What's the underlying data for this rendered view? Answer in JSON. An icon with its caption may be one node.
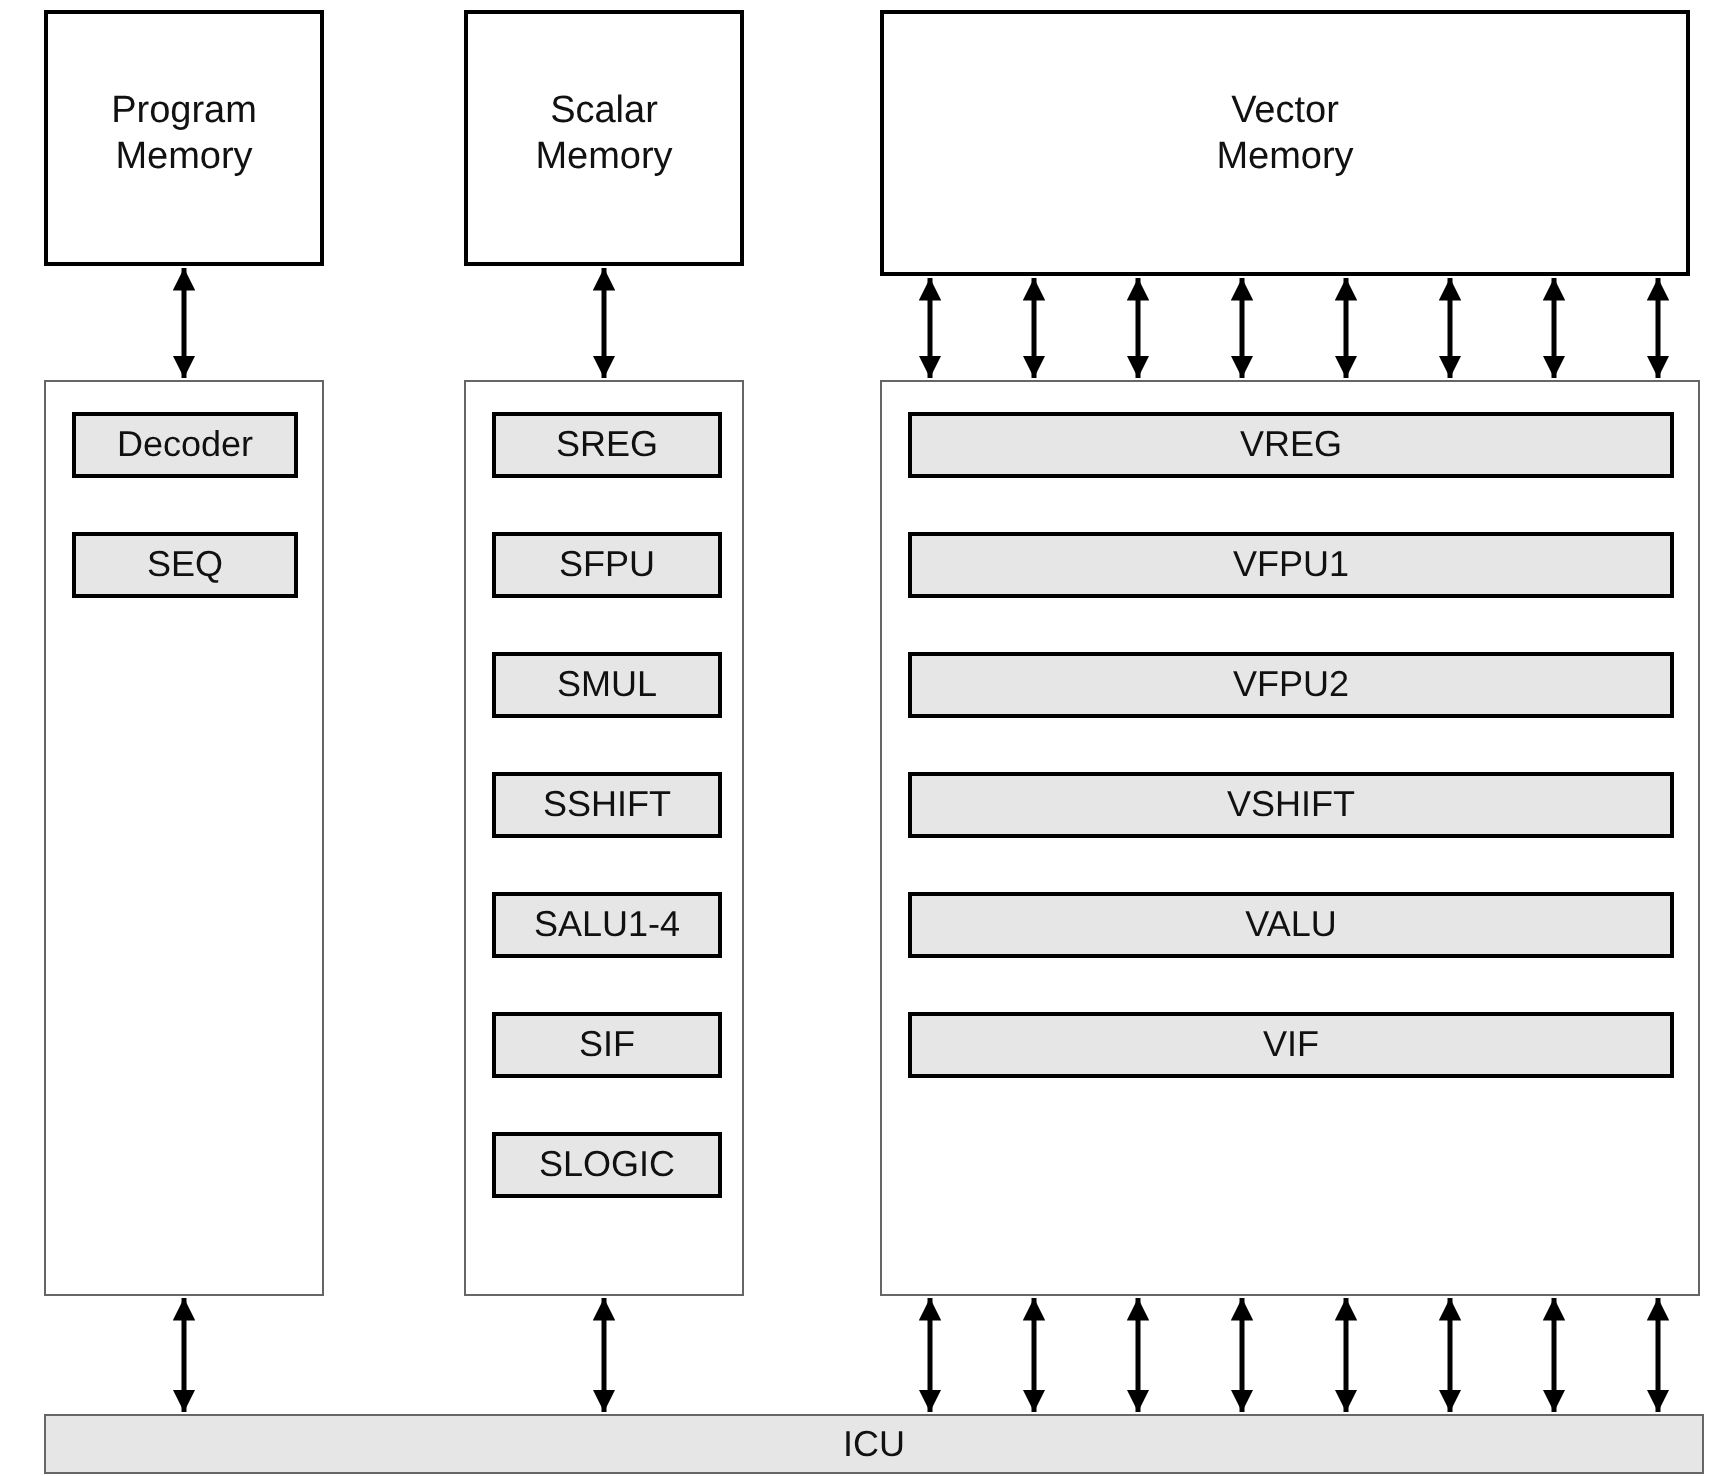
{
  "diagram": {
    "nodes": [
      {
        "text": [
          "Program Memory"
        ]
      },
      {
        "text": [
          "Scalar Memory"
        ]
      },
      {
        "text": [
          "Vector Memory"
        ]
      },
      {
        "text": [],
        "shape": "box"
      },
      {
        "text": [
          "Decoder"
        ],
        "in": 3
      },
      {
        "text": [
          "SEQ"
        ],
        "in": 3
      },
      {
        "text": [],
        "shape": "box"
      },
      {
        "text": [
          "SREG"
        ],
        "in": 6
      },
      {
        "text": [
          "SFPU"
        ],
        "in": 6
      },
      {
        "text": [
          "SMUL"
        ],
        "in": 6
      },
      {
        "text": [
          "SSHIFT"
        ],
        "in": 6
      },
      {
        "text": [
          "SALU1-4"
        ],
        "in": 6
      },
      {
        "text": [
          "SIF"
        ],
        "in": 6
      },
      {
        "text": [
          "SLOGIC"
        ],
        "in": 6
      },
      {
        "text": [],
        "shape": "box"
      },
      {
        "text": [
          "VREG"
        ],
        "in": 14
      },
      {
        "text": [
          "VFPU1"
        ],
        "in": 14
      },
      {
        "text": [
          "VFPU2"
        ],
        "in": 14
      },
      {
        "text": [
          "VSHIFT"
        ],
        "in": 14
      },
      {
        "text": [
          "VALU"
        ],
        "in": 14
      },
      {
        "text": [
          "VIF"
        ],
        "in": 14
      },
      {
        "text": [
          "ICU"
        ]
      }
    ],
    "edges": [
      {
        "from": 0,
        "to": 3,
        "arrow": "both"
      },
      {
        "from": 1,
        "to": 6,
        "arrow": "both"
      },
      {
        "from": 2,
        "to": 14,
        "arrow": "both"
      },
      {
        "from": 2,
        "to": 14,
        "arrow": "both"
      },
      {
        "from": 2,
        "to": 14,
        "arrow": "both"
      },
      {
        "from": 2,
        "to": 14,
        "arrow": "both"
      },
      {
        "from": 2,
        "to": 14,
        "arrow": "both"
      },
      {
        "from": 2,
        "to": 14,
        "arrow": "both"
      },
      {
        "from": 2,
        "to": 14,
        "arrow": "both"
      },
      {
        "from": 2,
        "to": 14,
        "arrow": "both"
      },
      {
        "from": 3,
        "to": 21,
        "arrow": "both"
      },
      {
        "from": 6,
        "to": 21,
        "arrow": "both"
      },
      {
        "from": 14,
        "to": 21,
        "arrow": "both"
      },
      {
        "from": 14,
        "to": 21,
        "arrow": "both"
      },
      {
        "from": 14,
        "to": 21,
        "arrow": "both"
      },
      {
        "from": 14,
        "to": 21,
        "arrow": "both"
      },
      {
        "from": 14,
        "to": 21,
        "arrow": "both"
      },
      {
        "from": 14,
        "to": 21,
        "arrow": "both"
      },
      {
        "from": 14,
        "to": 21,
        "arrow": "both"
      },
      {
        "from": 14,
        "to": 21,
        "arrow": "both"
      }
    ]
  }
}
